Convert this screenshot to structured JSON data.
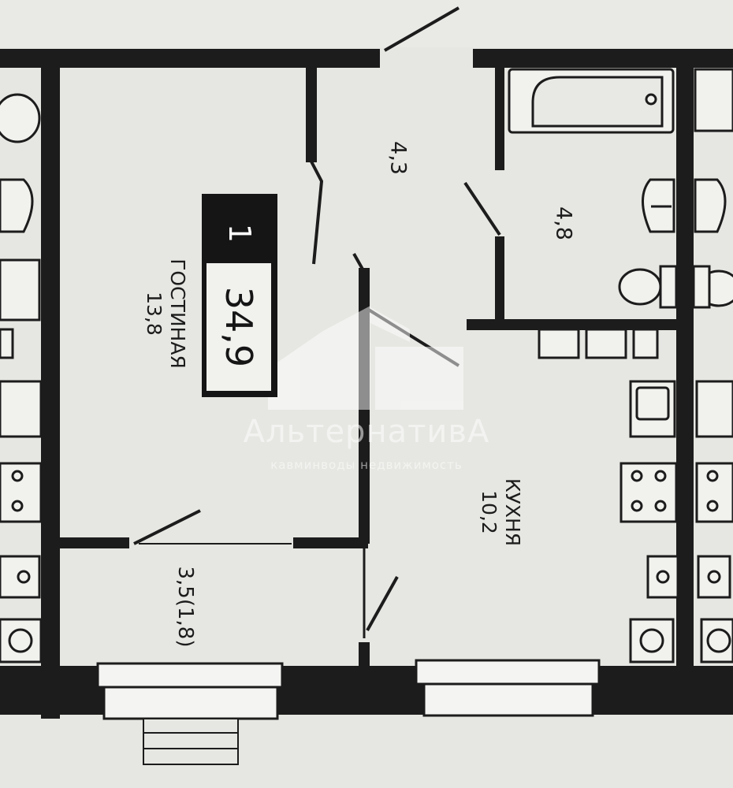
{
  "plan": {
    "apartment": {
      "rooms": "1",
      "total_area": "34,9"
    },
    "rooms": {
      "living": {
        "name": "ГОСТИНАЯ",
        "area": "13,8"
      },
      "hallway": {
        "area": "4,3"
      },
      "bathroom": {
        "area": "4,8"
      },
      "kitchen": {
        "name": "КУХНЯ",
        "area": "10,2"
      },
      "balcony": {
        "area": "3,5(1,8)"
      }
    }
  },
  "watermark": {
    "name": "АльтернативА",
    "tagline": "кавминводы недвижимость"
  },
  "colors": {
    "wall": "#1c1c1c",
    "floor": "#e6e7e2",
    "badge": "#151515"
  },
  "icons": [
    "bathtub-icon",
    "sink-icon",
    "toilet-icon",
    "stove-icon",
    "kitchen-sink-icon",
    "washing-machine-icon",
    "door-icon",
    "window-icon",
    "house-logo-icon"
  ]
}
